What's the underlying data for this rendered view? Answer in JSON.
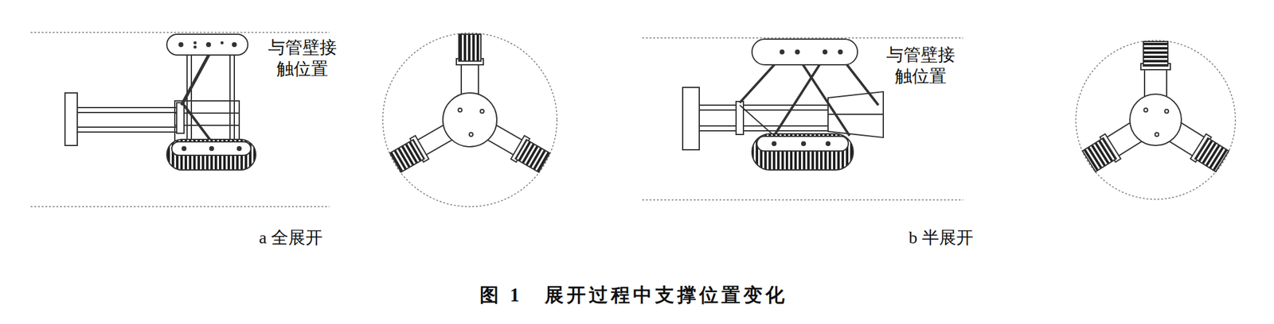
{
  "diagram": {
    "caption": "图 1　展开过程中支撑位置变化",
    "labels": [
      "与管壁接触位置",
      "与管壁接触位置",
      "a 全展开",
      "b 半展开"
    ]
  }
}
